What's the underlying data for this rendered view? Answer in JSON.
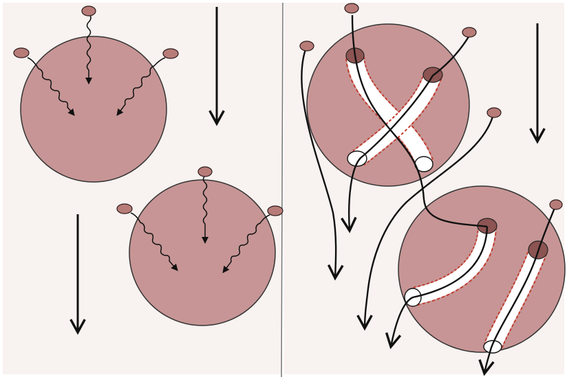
{
  "figure": {
    "panels": [
      {
        "id": "left",
        "concept": "isolated-particles-with-probes"
      },
      {
        "id": "right",
        "concept": "particles-with-penetrating-tracks"
      }
    ],
    "colors": {
      "page_background": "#ffffff",
      "panel_background": "#f8f2f0",
      "particle_fill": "#c79595",
      "particle_stroke": "#333333",
      "probe_head_fill": "#b77c78",
      "probe_head_stroke": "#2a1a1a",
      "entry_marker_fill": "#8c5452",
      "channel_fill": "#ffffff",
      "channel_edge": "#c0392b",
      "line_color": "#111111",
      "divider": "#777777"
    },
    "icons": {
      "particle": "circle",
      "probe": "wavy-arrow-icon",
      "direction": "down-arrow-icon",
      "track": "curved-track-arrow-icon"
    }
  }
}
